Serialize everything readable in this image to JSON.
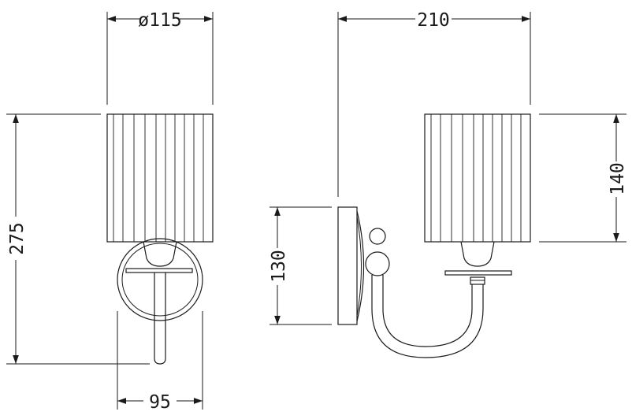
{
  "front_view": {
    "width_label": "ø115",
    "height_label": "275",
    "base_width_label": "95"
  },
  "side_view": {
    "depth_label": "210",
    "shade_height_label": "140",
    "backplate_height_label": "130"
  }
}
